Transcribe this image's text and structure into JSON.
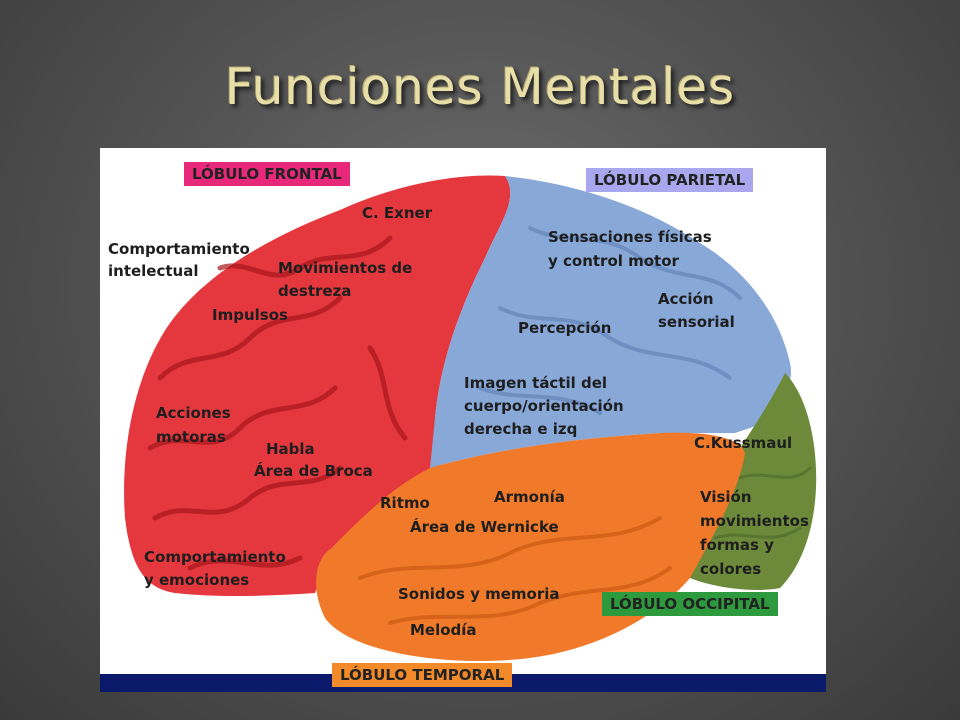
{
  "slide": {
    "title": "Funciones Mentales"
  },
  "colors": {
    "frontal": "#e4383e",
    "parietal": "#88a8d8",
    "temporal": "#f07a2a",
    "occipital": "#6c8a3a",
    "frontal_tag": "#e8287a",
    "parietal_tag": "#a9a8ee",
    "occipital_tag": "#2e9a3e",
    "temporal_tag": "#f28a2a",
    "bottom_bar": "#0b1a6b"
  },
  "lobes": {
    "frontal": "LÓBULO FRONTAL",
    "parietal": "LÓBULO PARIETAL",
    "occipital": "LÓBULO OCCIPITAL",
    "temporal": "LÓBULO TEMPORAL"
  },
  "labels": {
    "exner": "C. Exner",
    "comportamiento_intelectual_1": "Comportamiento",
    "comportamiento_intelectual_2": "intelectual",
    "movimientos_1": "Movimientos de",
    "movimientos_2": "destreza",
    "impulsos": "Impulsos",
    "acciones_1": "Acciones",
    "acciones_2": "motoras",
    "habla": "Habla",
    "broca": "Área de Broca",
    "comportamiento_emociones_1": "Comportamiento",
    "comportamiento_emociones_2": "y emociones",
    "sensaciones_1": "Sensaciones físicas",
    "sensaciones_2": "y control motor",
    "accion_1": "Acción",
    "accion_2": "sensorial",
    "percepcion": "Percepción",
    "imagen_1": "Imagen táctil del",
    "imagen_2": "cuerpo/orientación",
    "imagen_3": "derecha e izq",
    "kussmaul": "C.Kussmaul",
    "vision_1": "Visión",
    "vision_2": "movimientos",
    "vision_3": "formas y",
    "vision_4": "colores",
    "ritmo": "Ritmo",
    "armonia": "Armonía",
    "wernicke": "Área de Wernicke",
    "sonidos": "Sonidos y memoria",
    "melodia": "Melodía"
  }
}
